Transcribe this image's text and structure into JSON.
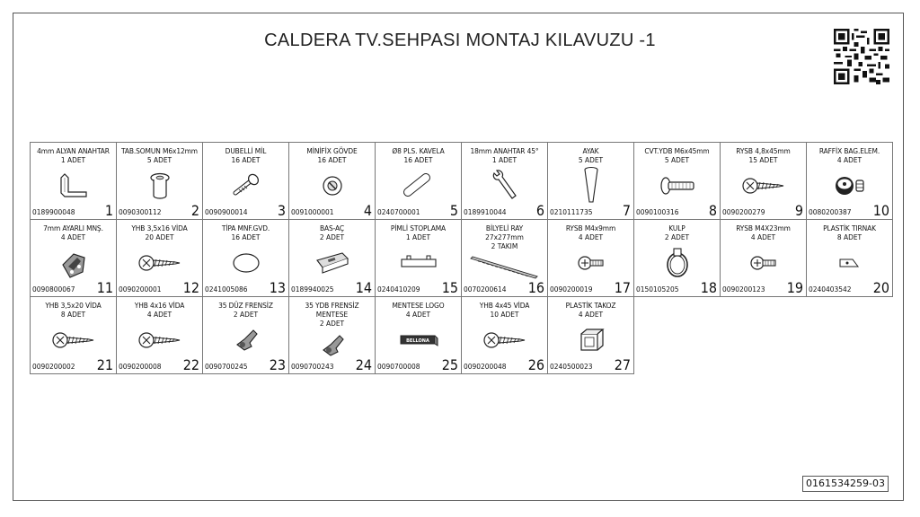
{
  "title": "CALDERA TV.SEHPASI MONTAJ KILAVUZU -1",
  "doc_id": "0161534259-03",
  "parts": [
    {
      "no": "1",
      "name": "4mm ALYAN ANAHTAR",
      "qty": "1 ADET",
      "code": "0189900048",
      "icon": "allen-key-icon"
    },
    {
      "no": "2",
      "name": "TAB.SOMUN M6x12mm",
      "qty": "5 ADET",
      "code": "0090300112",
      "icon": "nut-icon"
    },
    {
      "no": "3",
      "name": "DUBELLİ MİL",
      "qty": "16 ADET",
      "code": "0090900014",
      "icon": "dowel-pin-icon"
    },
    {
      "no": "4",
      "name": "MİNİFİX GÖVDE",
      "qty": "16 ADET",
      "code": "0091000001",
      "icon": "minifix-icon"
    },
    {
      "no": "5",
      "name": "Ø8 PLS. KAVELA",
      "qty": "16 ADET",
      "code": "0240700001",
      "icon": "dowel-icon"
    },
    {
      "no": "6",
      "name": "18mm ANAHTAR 45°",
      "qty": "1 ADET",
      "code": "0189910044",
      "icon": "wrench-icon"
    },
    {
      "no": "7",
      "name": "AYAK",
      "qty": "5 ADET",
      "code": "0210111735",
      "icon": "leg-icon"
    },
    {
      "no": "8",
      "name": "CVT.YDB M6x45mm",
      "qty": "5 ADET",
      "code": "0090100316",
      "icon": "bolt-icon"
    },
    {
      "no": "9",
      "name": "RYSB 4,8x45mm",
      "qty": "15 ADET",
      "code": "0090200279",
      "icon": "screw-icon"
    },
    {
      "no": "10",
      "name": "RAFFİX BAG.ELEM.",
      "qty": "4 ADET",
      "code": "0080200387",
      "icon": "raffix-icon"
    },
    {
      "no": "11",
      "name": "7mm AYARLI MNŞ.",
      "qty": "4 ADET",
      "code": "0090800067",
      "icon": "hinge-icon"
    },
    {
      "no": "12",
      "name": "YHB 3,5x16 VİDA",
      "qty": "20 ADET",
      "code": "0090200001",
      "icon": "screw-icon"
    },
    {
      "no": "13",
      "name": "TİPA MNF.GVD.",
      "qty": "16 ADET",
      "code": "0241005086",
      "icon": "cap-icon"
    },
    {
      "no": "14",
      "name": "BAS-AÇ",
      "qty": "2 ADET",
      "code": "0189940025",
      "icon": "push-open-icon"
    },
    {
      "no": "15",
      "name": "PİMLİ STOPLAMA",
      "qty": "1 ADET",
      "code": "0240410209",
      "icon": "stopper-icon"
    },
    {
      "no": "16",
      "name": "BİLYELİ RAY",
      "qty": "27x277mm",
      "qty2": "2 TAKIM",
      "code": "0070200614",
      "icon": "rail-icon"
    },
    {
      "no": "17",
      "name": "RYSB M4x9mm",
      "qty": "4 ADET",
      "code": "0090200019",
      "icon": "short-screw-icon"
    },
    {
      "no": "18",
      "name": "KULP",
      "qty": "2 ADET",
      "code": "0150105205",
      "icon": "handle-icon"
    },
    {
      "no": "19",
      "name": "RYSB M4X23mm",
      "qty": "4 ADET",
      "code": "0090200123",
      "icon": "short-screw-icon"
    },
    {
      "no": "20",
      "name": "PLASTİK TIRNAK",
      "qty": "8 ADET",
      "code": "0240403542",
      "icon": "clip-icon"
    },
    {
      "no": "21",
      "name": "YHB 3,5x20 VİDA",
      "qty": "8 ADET",
      "code": "0090200002",
      "icon": "screw-icon"
    },
    {
      "no": "22",
      "name": "YHB 4x16 VİDA",
      "qty": "4 ADET",
      "code": "0090200008",
      "icon": "screw-icon"
    },
    {
      "no": "23",
      "name": "35 DÜZ FRENSİZ",
      "qty": "2 ADET",
      "code": "0090700245",
      "icon": "small-hinge-icon"
    },
    {
      "no": "24",
      "name": "35 YDB FRENSİZ",
      "qty": "MENTESE",
      "qty2": "2 ADET",
      "code": "0090700243",
      "icon": "small-hinge-icon"
    },
    {
      "no": "25",
      "name": "MENTESE LOGO",
      "qty": "4 ADET",
      "code": "0090700008",
      "icon": "logo-plate-icon",
      "logo_text": "BELLONA"
    },
    {
      "no": "26",
      "name": "YHB 4x45 VİDA",
      "qty": "10 ADET",
      "code": "0090200048",
      "icon": "screw-icon"
    },
    {
      "no": "27",
      "name": "PLASTİK TAKOZ",
      "qty": "4 ADET",
      "code": "0240500023",
      "icon": "block-icon"
    }
  ]
}
